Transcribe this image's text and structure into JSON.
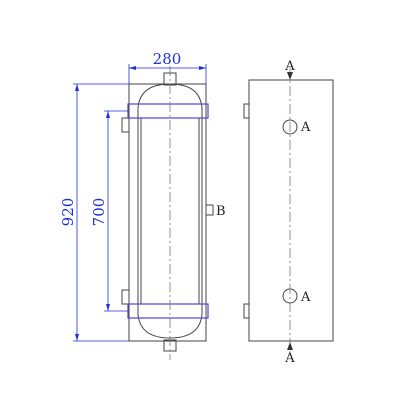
{
  "dimensions": {
    "width": "280",
    "total_height": "920",
    "mount_spacing": "700"
  },
  "labels": {
    "side_port": "B",
    "top_port": "A",
    "bottom_port": "A",
    "upper_port": "A",
    "lower_port": "A"
  },
  "colors": {
    "outline": "#444444",
    "dimension": "#1f2fd9",
    "bracket": "#5a3fd6",
    "centerline": "#777777",
    "text": "#222222"
  }
}
